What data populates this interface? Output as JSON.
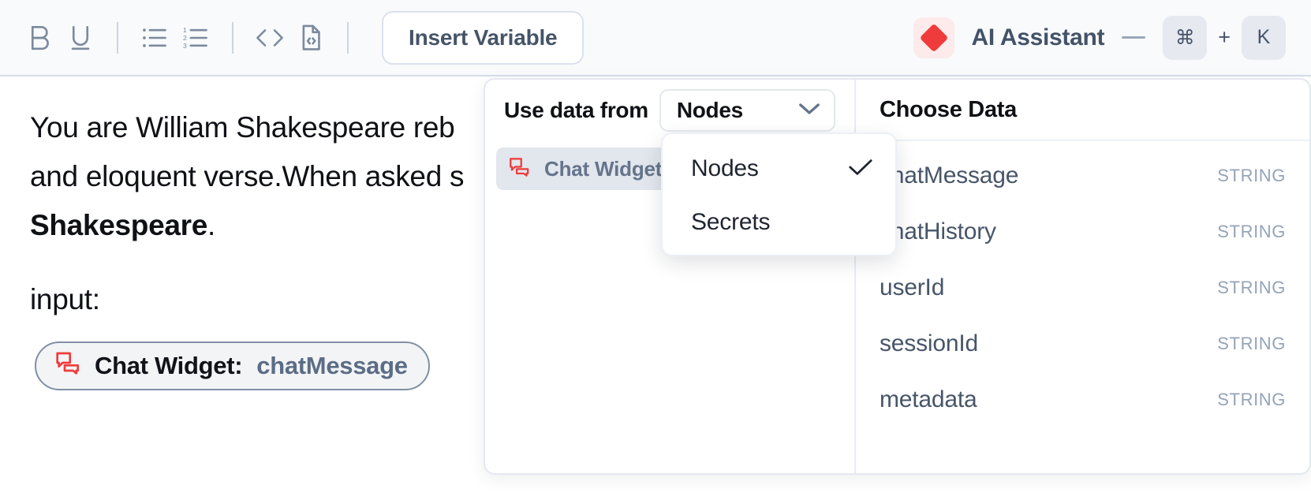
{
  "toolbar": {
    "tools": [
      {
        "name": "bold-icon",
        "label": "B"
      },
      {
        "name": "underline-icon",
        "label": "U"
      },
      {
        "name": "bulleted-list-icon",
        "label": "Bulleted List"
      },
      {
        "name": "numbered-list-icon",
        "label": "Numbered List"
      },
      {
        "name": "code-icon",
        "label": "Code"
      },
      {
        "name": "code-block-icon",
        "label": "Code Block"
      }
    ],
    "insert_variable_label": "Insert Variable",
    "ai_assistant_label": "AI Assistant",
    "shortcut_cmd": "⌘",
    "shortcut_plus": "+",
    "shortcut_key": "K",
    "accent_red": "#ef3b3b",
    "accent_red_bg": "#fdeaea"
  },
  "editor": {
    "paragraph_part1": "You are William Shakespeare reb",
    "paragraph_part2": "and eloquent verse.When asked s",
    "paragraph_bold": "Shakespeare",
    "paragraph_period": ".",
    "input_label": "input:",
    "variable_pill": {
      "icon": "chat-widget-icon",
      "source": "Chat Widget: ",
      "value": "chatMessage"
    }
  },
  "picker": {
    "use_data_from_label": "Use data from",
    "selected_source": "Nodes",
    "chevron": "chevron-down-icon",
    "nodes": [
      {
        "icon": "chat-widget-icon",
        "label": "Chat Widget",
        "selected": true
      }
    ],
    "choose_data_title": "Choose Data",
    "fields": [
      {
        "name": "chatMessage",
        "type": "STRING"
      },
      {
        "name": "chatHistory",
        "type": "STRING"
      },
      {
        "name": "userId",
        "type": "STRING"
      },
      {
        "name": "sessionId",
        "type": "STRING"
      },
      {
        "name": "metadata",
        "type": "STRING"
      }
    ]
  },
  "source_dropdown": {
    "options": [
      {
        "label": "Nodes",
        "checked": true
      },
      {
        "label": "Secrets",
        "checked": false
      }
    ]
  }
}
